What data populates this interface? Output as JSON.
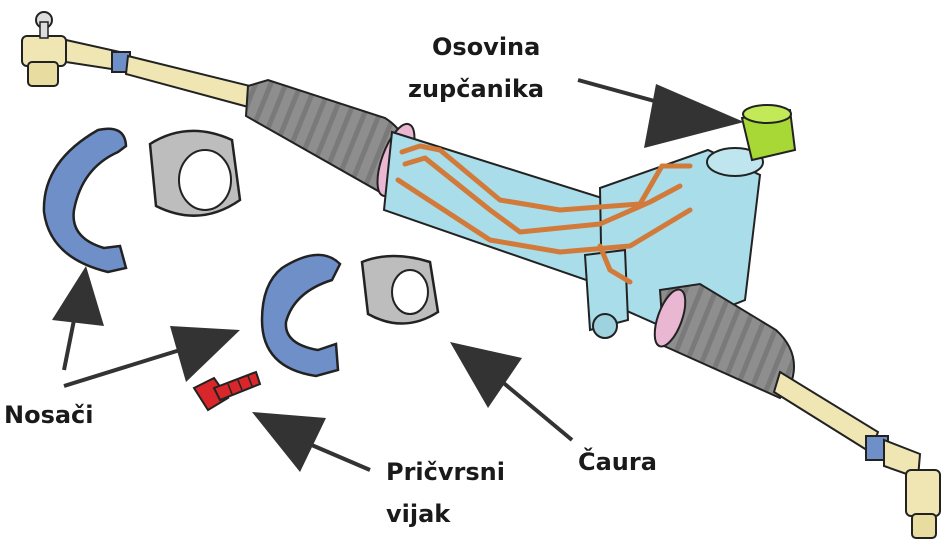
{
  "labels": {
    "pinion_shaft_line1": "Osovina",
    "pinion_shaft_line2": "zupčanika",
    "brackets": "Nosači",
    "bolt_line1": "Pričvrsni",
    "bolt_line2": "vijak",
    "bushing": "Čaura"
  },
  "colors": {
    "housing": "#a9dde9",
    "boot": "#8e8e8e",
    "bracket": "#6f8fc9",
    "bushing": "#bdbdbd",
    "bolt": "#d8262b",
    "pinion": "#a8d836",
    "fluid_line": "#d27a3a",
    "tie_rod": "#efe6b4",
    "arrow": "#333333"
  }
}
